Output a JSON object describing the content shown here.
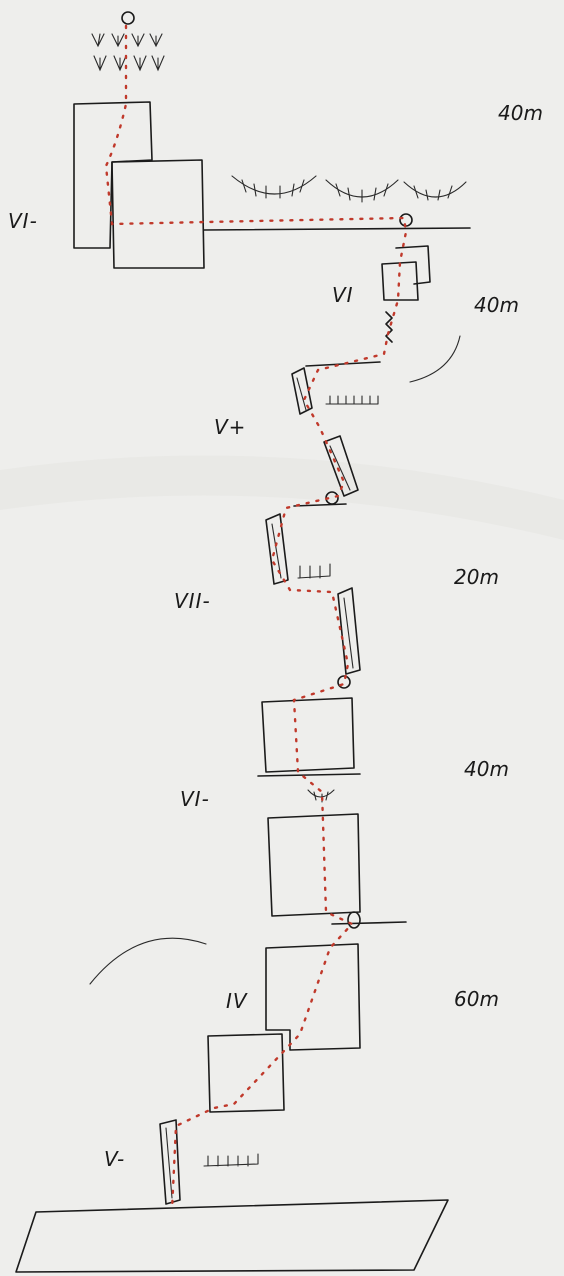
{
  "pitches": [
    {
      "grade": "VI-",
      "length": "40m"
    },
    {
      "grade": "VI",
      "length": "40m"
    },
    {
      "grade": "V+",
      "length": ""
    },
    {
      "grade": "VII-",
      "length": "20m"
    },
    {
      "grade": "VI-",
      "length": "40m"
    },
    {
      "grade": "IV",
      "length": "60m"
    },
    {
      "grade": "V-",
      "length": ""
    }
  ],
  "colors": {
    "paper": "#eeeeec",
    "ink": "#1b1b1b",
    "route": "#c0392b"
  }
}
